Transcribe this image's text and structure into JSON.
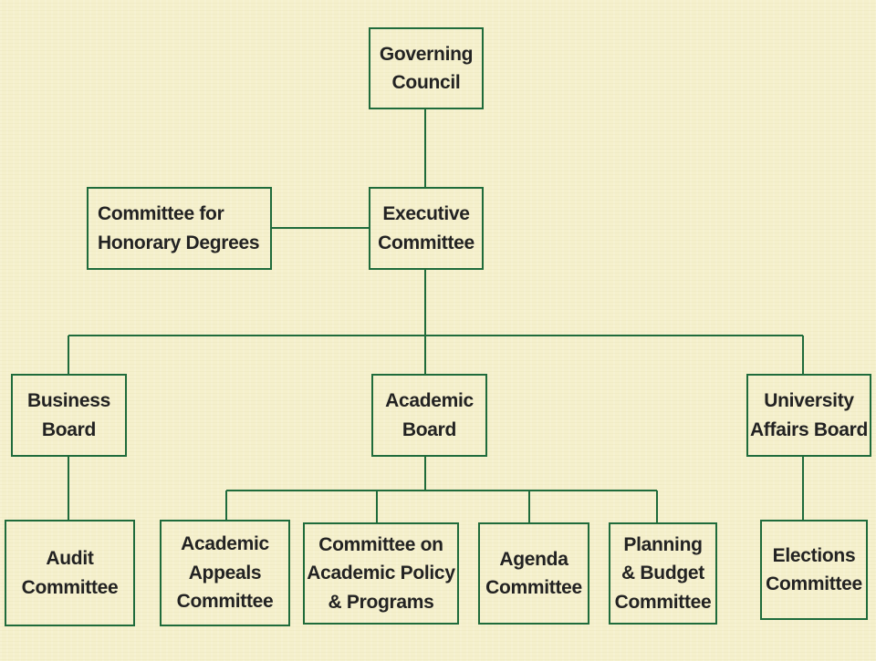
{
  "colors": {
    "line": "#1f6b3b",
    "text": "#222222",
    "background": "#f5f0cc"
  },
  "nodes": {
    "governing_council": [
      "Governing",
      "Council"
    ],
    "honorary_degrees": [
      "Committee for",
      "Honorary Degrees"
    ],
    "executive_committee": [
      "Executive",
      "Committee"
    ],
    "business_board": [
      "Business",
      "Board"
    ],
    "academic_board": [
      "Academic",
      "Board"
    ],
    "university_affairs_board": [
      "University",
      "Affairs Board"
    ],
    "audit_committee": [
      "Audit",
      "Committee"
    ],
    "academic_appeals": [
      "Academic",
      "Appeals",
      "Committee"
    ],
    "academic_policy": [
      "Committee on",
      "Academic Policy",
      "& Programs"
    ],
    "agenda_committee": [
      "Agenda",
      "Committee"
    ],
    "planning_budget": [
      "Planning",
      "& Budget",
      "Committee"
    ],
    "elections_committee": [
      "Elections",
      "Committee"
    ]
  }
}
